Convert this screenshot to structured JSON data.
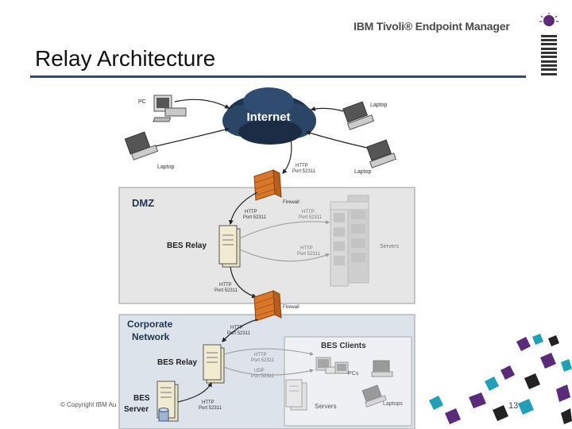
{
  "header": {
    "brand": "IBM Tivoli® Endpoint Manager",
    "logo_icon": "ibm-logo-icon"
  },
  "slide": {
    "title": "Relay Architecture",
    "page_number": "13",
    "copyright": "© Copyright IBM Au"
  },
  "diagram": {
    "internet": "Internet",
    "pc": "PC",
    "laptop_left": "Laptop",
    "laptop_top_right": "Laptop",
    "laptop_right": "Laptop",
    "http_internet_1": "HTTP",
    "http_internet_2": "Port 52311",
    "firewall_top": "Firewall",
    "dmz": "DMZ",
    "http_dmz_left_1": "HTTP",
    "http_dmz_left_2": "Port 52311",
    "http_dmz_right_1": "HTTP",
    "http_dmz_right_2": "Port 52311",
    "bes_relay_dmz": "BES Relay",
    "servers_dmz": "Servers",
    "http_dmz_servers_1": "HTTP",
    "http_dmz_servers_2": "Port 52311",
    "http_mid_1": "HTTP",
    "http_mid_2": "Port 52311",
    "firewall_bottom": "Firewall",
    "corporate_1": "Corporate",
    "corporate_2": "Network",
    "http_corp_1": "HTTP",
    "http_corp_2": "Port 52311",
    "bes_clients": "BES Clients",
    "http_corp_right_1": "HTTP",
    "http_corp_right_2": "Port 52311",
    "bes_relay_corp": "BES Relay",
    "pcs": "PCs",
    "udp_1": "UDP",
    "udp_2": "Port 52311",
    "bes_server_1": "BES",
    "bes_server_2": "Server",
    "http_server_1": "HTTP",
    "http_server_2": "Port 52311",
    "servers_corp": "Servers",
    "laptops": "Laptops"
  },
  "colors": {
    "title_rule": "#2b4f7c",
    "cloud": "#1f3550",
    "firewall": "#d9772a",
    "decor_purple": "#5b2a7a",
    "decor_teal": "#1fa0b8",
    "decor_black": "#222222"
  }
}
